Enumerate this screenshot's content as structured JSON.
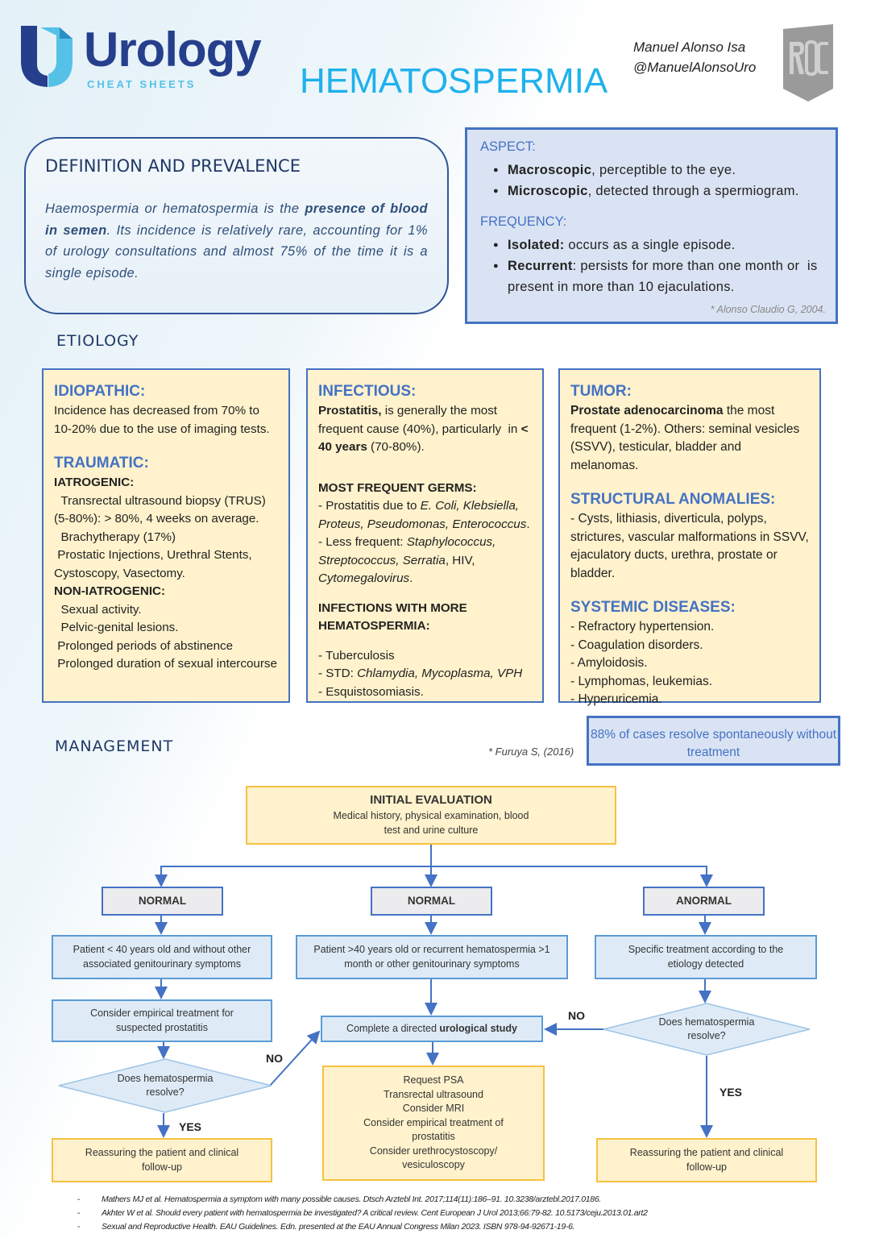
{
  "header": {
    "logo_main": "Urology",
    "logo_sub": "CHEAT SHEETS",
    "title": "HEMATOSPERMIA",
    "author_name": "Manuel Alonso Isa",
    "author_handle": "@ManuelAlonsoUro",
    "monogram": "ROC"
  },
  "definition": {
    "heading": "DEFINITION AND PREVALENCE",
    "text": [
      [
        "Haemospermia or hematospermia is the ",
        {
          "b": "presence of blood in semen"
        },
        ". Its incidence is relatively rare, accounting for 1% of urology consultations and almost 75% of the time it is a single episode."
      ]
    ]
  },
  "aspect": {
    "heading": "ASPECT:",
    "items": [
      [
        {
          "b": "Macroscopic"
        },
        ", perceptible to the eye."
      ],
      [
        {
          "b": "Microscopic"
        },
        ", detected through a spermiogram."
      ]
    ],
    "frequency_heading": "FREQUENCY:",
    "frequency_items": [
      [
        {
          "b": "Isolated:"
        },
        " occurs as a single episode."
      ],
      [
        {
          "b": "Recurrent"
        },
        ": persists for more than one month or  is present in more than 10 ejaculations."
      ]
    ],
    "citation": "* Alonso Claudio G, 2004."
  },
  "etiology": {
    "heading": "ETIOLOGY",
    "col1": [
      {
        "h": "IDIOPATHIC:"
      },
      {
        "l": [
          "Incidence has decreased from 70% to 10-20% due to the use of imaging tests."
        ]
      },
      {
        "gap": 1
      },
      {
        "h": "TRAUMATIC:"
      },
      {
        "s": "IATROGENIC:"
      },
      {
        "l": [
          "  Transrectal ultrasound biopsy (TRUS) (5-80%): > 80%, 4 weeks on average."
        ]
      },
      {
        "l": [
          "  Brachytherapy (17%)"
        ]
      },
      {
        "l": [
          " Prostatic Injections, Urethral Stents, Cystoscopy, Vasectomy."
        ]
      },
      {
        "s": "NON-IATROGENIC:"
      },
      {
        "l": [
          "  Sexual activity."
        ]
      },
      {
        "l": [
          "  Pelvic-genital lesions."
        ]
      },
      {
        "l": [
          " Prolonged periods of abstinence"
        ]
      },
      {
        "l": [
          " Prolonged duration of sexual intercourse"
        ]
      }
    ],
    "col2": [
      {
        "h": "INFECTIOUS:"
      },
      {
        "l": [
          {
            "b": "Prostatitis,"
          },
          " is generally the most frequent cause (40%), particularly  in ",
          {
            "b": "< 40 years"
          },
          " (70-80%)."
        ]
      },
      {
        "gap": 1
      },
      {
        "gap": 1
      },
      {
        "s": "MOST FREQUENT GERMS:"
      },
      {
        "l": [
          "- Prostatitis due to ",
          {
            "i": "E. Coli, Klebsiella, Proteus, Pseudomonas, Enterococcus"
          },
          "."
        ]
      },
      {
        "l": [
          "- Less frequent: ",
          {
            "i": "Staphylococcus, Streptococcus, Serratia"
          },
          ", HIV, ",
          {
            "i": "Cytomegalovirus"
          },
          "."
        ]
      },
      {
        "gap": 1
      },
      {
        "s": "INFECTIONS WITH MORE HEMATOSPERMIA:"
      },
      {
        "gap": 1
      },
      {
        "l": [
          "- Tuberculosis"
        ]
      },
      {
        "l": [
          "- STD: ",
          {
            "i": "Chlamydia, Mycoplasma, VPH"
          }
        ]
      },
      {
        "l": [
          "- Esquistosomiasis."
        ]
      }
    ],
    "col3": [
      {
        "h": "TUMOR:"
      },
      {
        "l": [
          {
            "b": "Prostate adenocarcinoma"
          },
          " the most frequent (1-2%). Others: seminal vesicles (SSVV), testicular, bladder and melanomas."
        ]
      },
      {
        "gap": 1
      },
      {
        "h": "STRUCTURAL ANOMALIES:"
      },
      {
        "l": [
          "- Cysts, lithiasis, diverticula, polyps, strictures, vascular malformations in SSVV, ejaculatory ducts, urethra, prostate or bladder."
        ]
      },
      {
        "gap": 1
      },
      {
        "h": "SYSTEMIC DISEASES:"
      },
      {
        "l": [
          "- Refractory hypertension."
        ]
      },
      {
        "l": [
          "- Coagulation disorders."
        ]
      },
      {
        "l": [
          "- Amyloidosis."
        ]
      },
      {
        "l": [
          "- Lymphomas, leukemias."
        ]
      },
      {
        "l": [
          "- Hyperuricemia."
        ]
      }
    ]
  },
  "management": {
    "heading": "MANAGEMENT",
    "citation": "* Furuya S, (2016)",
    "note": "88% of cases resolve spontaneously without treatment",
    "initial_title": "INITIAL EVALUATION",
    "initial_text": "Medical history, physical examination, blood test and urine culture",
    "result_left": "NORMAL",
    "result_mid": "NORMAL",
    "result_right": "ANORMAL",
    "left_patient": "Patient < 40 years old and without other associated genitourinary symptoms",
    "mid_patient": "Patient >40 years old or recurrent hematospermia >1 month or other genitourinary symptoms",
    "right_treatment": "Specific treatment according to the etiology detected",
    "left_empirical": "Consider empirical treatment for suspected prostatitis",
    "mid_study": [
      [
        "Complete a directed ",
        {
          "b": "urological study"
        }
      ]
    ],
    "question": "Does hematospermia resolve?",
    "mid_tests": [
      "Request PSA",
      "Transrectal ultrasound",
      "Consider MRI",
      "Consider empirical treatment of prostatitis",
      "Consider urethrocystoscopy/ vesiculoscopy"
    ],
    "reassure": "Reassuring the patient and clinical follow-up",
    "yes": "YES",
    "no": "NO"
  },
  "references": [
    "Mathers MJ et al. Hematospermia a symptom with many possible causes. Dtsch Arztebl Int. 2017;114(11):186–91. 10.3238/arztebl.2017.0186.",
    "Akhter W et al. Should every patient with hematospermia be investigated? A critical review. Cent European J Urol 2013;66:79-82. 10.5173/ceju.2013.01.art2",
    "Sexual and Reproductive Health. EAU Guidelines. Edn. presented at the EAU Annual Congress Milan 2023. ISBN 978-94-92671-19-6."
  ],
  "colors": {
    "accent": "#4472c4",
    "title": "#1fb1ec",
    "yellow_fill": "#fff2cc",
    "yellow_border": "#f5c242",
    "blue_fill": "#deebf7"
  }
}
